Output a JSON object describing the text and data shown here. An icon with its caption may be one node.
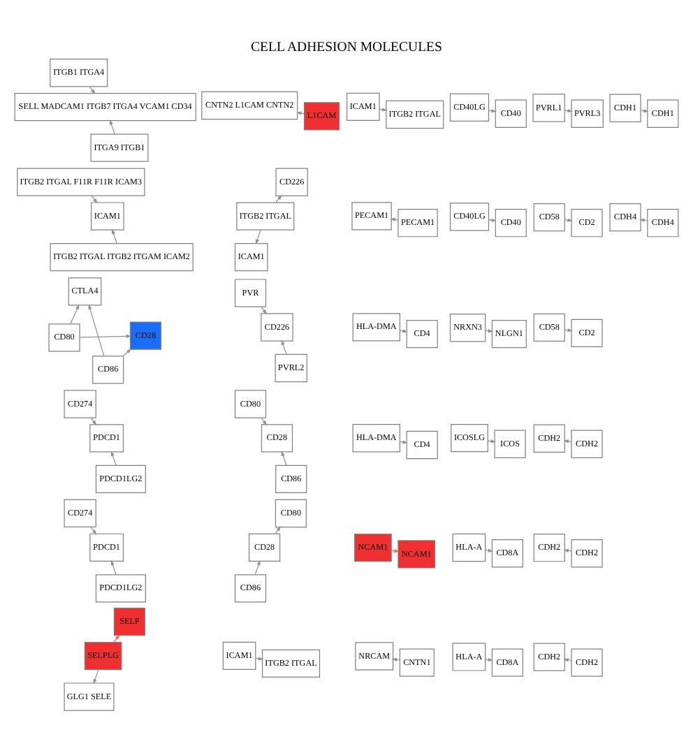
{
  "diagram": {
    "title": "CELL ADHESION MOLECULES",
    "nodes": [
      {
        "text": [
          "CD58"
        ]
      },
      {
        "text": [
          "CD2"
        ]
      },
      {
        "text": [
          "CD80"
        ]
      },
      {
        "text": [
          "CD28"
        ]
      },
      {
        "text": [
          "CD86"
        ]
      },
      {
        "text": [
          "CTLA4"
        ]
      },
      {
        "text": [
          "HLA-DMA"
        ]
      },
      {
        "text": [
          "CD4"
        ]
      },
      {
        "text": [
          "CD274"
        ]
      },
      {
        "text": [
          "PDCD1"
        ]
      },
      {
        "text": [
          "PDCD1LG2"
        ]
      },
      {
        "text": [
          "ICOSLG"
        ]
      },
      {
        "text": [
          "ICOS"
        ]
      },
      {
        "text": [
          "CD40LG"
        ]
      },
      {
        "text": [
          "CD40"
        ]
      },
      {
        "text": [
          "ITGB2 ITGAL"
        ]
      },
      {
        "text": [
          "CD226"
        ]
      },
      {
        "text": [
          "ICAM1"
        ]
      },
      {
        "text": [
          "ICAM1"
        ]
      },
      {
        "text": [
          "ITGB2 ITGAL"
        ]
      },
      {
        "text": [
          "CD58"
        ]
      },
      {
        "text": [
          "CD2"
        ]
      },
      {
        "text": [
          "CD28"
        ]
      },
      {
        "text": [
          "CD80"
        ]
      },
      {
        "text": [
          "CD86"
        ]
      },
      {
        "text": [
          "HLA-A"
        ]
      },
      {
        "text": [
          "CD8A"
        ]
      },
      {
        "text": [
          "HLA-DMA"
        ]
      },
      {
        "text": [
          "CD4"
        ]
      },
      {
        "text": [
          "ICAM1"
        ]
      },
      {
        "text": [
          "ITGB2 ITGAL"
        ]
      },
      {
        "text": [
          "CD80"
        ]
      },
      {
        "text": [
          "CD28"
        ]
      },
      {
        "text": [
          "CD86"
        ]
      },
      {
        "text": [
          "CD40LG"
        ]
      },
      {
        "text": [
          "CD40"
        ]
      },
      {
        "text": [
          "CD274"
        ]
      },
      {
        "text": [
          "PDCD1"
        ]
      },
      {
        "text": [
          "PDCD1LG2"
        ]
      },
      {
        "text": [
          "ITGB2 ITGAL F11R F11R ICAM3"
        ]
      },
      {
        "text": [
          "ICAM1"
        ]
      },
      {
        "text": [
          "ITGB2 ITGAL ITGB2 ITGAM ICAM2"
        ]
      },
      {
        "text": [
          "ITGB1 ITGA4"
        ]
      },
      {
        "text": [
          "SELL MADCAM1 ITGB7 ITGA4 VCAM1 CD34"
        ]
      },
      {
        "text": [
          "ITGA9 ITGB1"
        ]
      },
      {
        "text": [
          "SELPLG"
        ]
      },
      {
        "text": [
          "SELP"
        ]
      },
      {
        "text": [
          "GLG1 SELE"
        ]
      },
      {
        "text": [
          "PECAM1"
        ]
      },
      {
        "text": [
          "PECAM1"
        ]
      },
      {
        "text": [
          "PVR"
        ]
      },
      {
        "text": [
          "CD226"
        ]
      },
      {
        "text": [
          "PVRL2"
        ]
      },
      {
        "text": [
          "NRXN3"
        ]
      },
      {
        "text": [
          "NLGN1"
        ]
      },
      {
        "text": [
          "CDH2"
        ]
      },
      {
        "text": [
          "CDH2"
        ]
      },
      {
        "text": [
          "NRCAM"
        ]
      },
      {
        "text": [
          "CNTN1"
        ]
      },
      {
        "text": [
          "NCAM1"
        ]
      },
      {
        "text": [
          "NCAM1"
        ]
      },
      {
        "text": [
          "CNTN2 L1CAM CNTN2"
        ]
      },
      {
        "text": [
          "L1CAM"
        ]
      },
      {
        "text": [
          "CDH2"
        ]
      },
      {
        "text": [
          "CDH2"
        ]
      },
      {
        "text": [
          "CDH2"
        ]
      },
      {
        "text": [
          "CDH2"
        ]
      },
      {
        "text": [
          "HLA-A"
        ]
      },
      {
        "text": [
          "CD8A"
        ]
      },
      {
        "text": [
          "PVRL1"
        ]
      },
      {
        "text": [
          "PVRL3"
        ]
      },
      {
        "text": [
          "CDH1"
        ]
      },
      {
        "text": [
          "CDH1"
        ]
      },
      {
        "text": [
          "CDH4"
        ]
      },
      {
        "text": [
          "CDH4"
        ]
      }
    ],
    "edges": [
      {
        "from": 0,
        "to": 1,
        "arrow": "to"
      },
      {
        "from": 2,
        "to": 3,
        "arrow": "to"
      },
      {
        "from": 2,
        "to": 5,
        "arrow": "to"
      },
      {
        "from": 4,
        "to": 3,
        "arrow": "to"
      },
      {
        "from": 4,
        "to": 5,
        "arrow": "to"
      },
      {
        "from": 6,
        "to": 7,
        "arrow": "to"
      },
      {
        "from": 8,
        "to": 9,
        "arrow": "to"
      },
      {
        "from": 10,
        "to": 9,
        "arrow": "to"
      },
      {
        "from": 11,
        "to": 12,
        "arrow": "to"
      },
      {
        "from": 13,
        "to": 14,
        "arrow": "to"
      },
      {
        "from": 15,
        "to": 16,
        "arrow": "to"
      },
      {
        "from": 15,
        "to": 17,
        "arrow": "to"
      },
      {
        "from": 18,
        "to": 19,
        "arrow": "to"
      },
      {
        "from": 20,
        "to": 21,
        "arrow": "to"
      },
      {
        "from": 22,
        "to": 23,
        "arrow": "to"
      },
      {
        "from": 24,
        "to": 22,
        "arrow": "to"
      },
      {
        "from": 25,
        "to": 26,
        "arrow": "to"
      },
      {
        "from": 27,
        "to": 28,
        "arrow": "to"
      },
      {
        "from": 29,
        "to": 30,
        "arrow": "to"
      },
      {
        "from": 31,
        "to": 32,
        "arrow": "to"
      },
      {
        "from": 33,
        "to": 32,
        "arrow": "to"
      },
      {
        "from": 34,
        "to": 35,
        "arrow": "to"
      },
      {
        "from": 36,
        "to": 37,
        "arrow": "to"
      },
      {
        "from": 38,
        "to": 37,
        "arrow": "to"
      },
      {
        "from": 39,
        "to": 40,
        "arrow": "to"
      },
      {
        "from": 41,
        "to": 40,
        "arrow": "to"
      },
      {
        "from": 42,
        "to": 43,
        "arrow": "to"
      },
      {
        "from": 44,
        "to": 43,
        "arrow": "to"
      },
      {
        "from": 45,
        "to": 46,
        "arrow": "to",
        "color": "#ff5a5a"
      },
      {
        "from": 45,
        "to": 47,
        "arrow": "to"
      },
      {
        "from": 49,
        "to": 48,
        "arrow": "to"
      },
      {
        "from": 50,
        "to": 51,
        "arrow": "to"
      },
      {
        "from": 52,
        "to": 51,
        "arrow": "to"
      },
      {
        "from": 53,
        "to": 54,
        "arrow": "to"
      },
      {
        "from": 56,
        "to": 55,
        "arrow": "to"
      },
      {
        "from": 58,
        "to": 57,
        "arrow": "to"
      },
      {
        "from": 59,
        "to": 60,
        "arrow": "to",
        "color": "#ff5a5a"
      },
      {
        "from": 62,
        "to": 61,
        "arrow": "to"
      },
      {
        "from": 64,
        "to": 63,
        "arrow": "to"
      },
      {
        "from": 66,
        "to": 65,
        "arrow": "to"
      },
      {
        "from": 67,
        "to": 68,
        "arrow": "to"
      },
      {
        "from": 69,
        "to": 70,
        "arrow": "to"
      },
      {
        "from": 71,
        "to": 72,
        "arrow": "to"
      },
      {
        "from": 74,
        "to": 73,
        "arrow": "to"
      }
    ]
  }
}
